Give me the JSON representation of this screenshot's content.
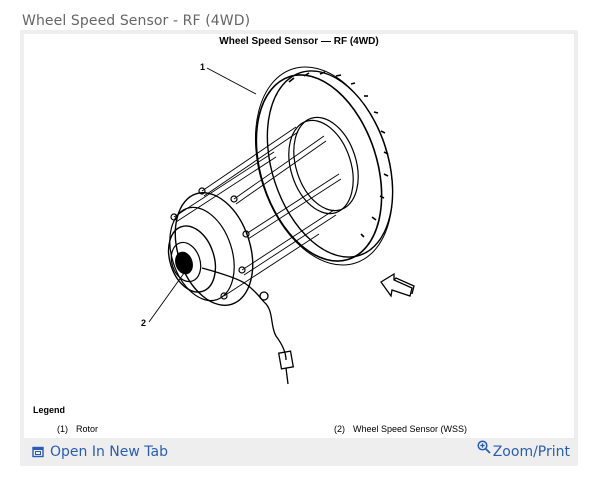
{
  "caption": "Wheel Speed Sensor - RF (4WD)",
  "diagram": {
    "title": "Wheel Speed Sensor — RF (4WD)",
    "callouts": [
      "1",
      "2"
    ]
  },
  "legend": {
    "title": "Legend",
    "items": [
      {
        "num": "(1)",
        "label": "Rotor"
      },
      {
        "num": "(2)",
        "label": "Wheel Speed Sensor (WSS)"
      }
    ]
  },
  "actions": {
    "open_tab_label": "Open In New Tab",
    "zoom_print_label": "Zoom/Print",
    "open_tab_icon": "open-new-tab-icon",
    "zoom_icon": "zoom-in-icon"
  },
  "colors": {
    "link": "#2a5db0",
    "frame": "#eeeeee",
    "caption": "#666666"
  }
}
